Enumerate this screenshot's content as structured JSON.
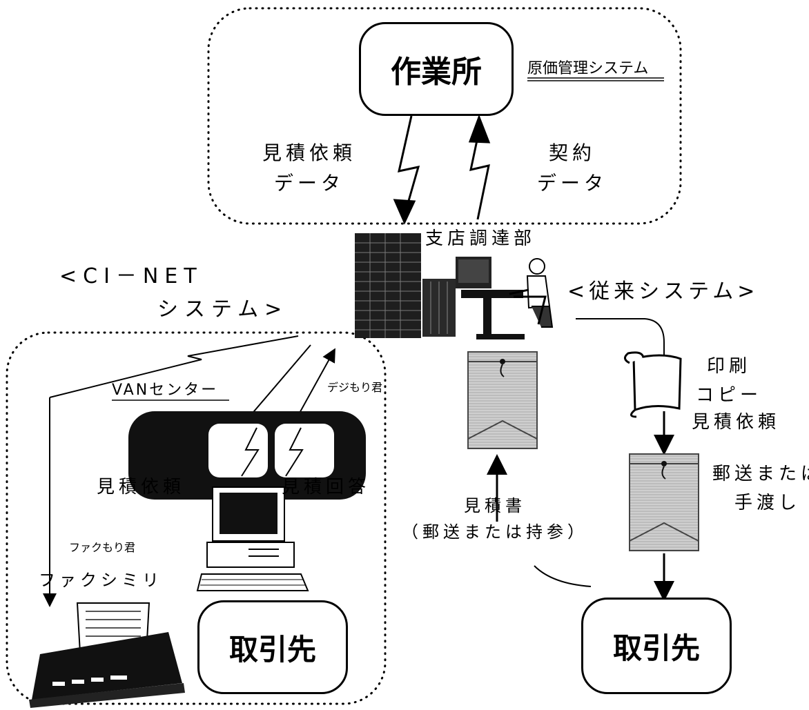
{
  "sections": {
    "ci_net_title_line1": "<CI－NET",
    "ci_net_title_line2": "システム>",
    "legacy_title": "<従来システム>"
  },
  "nodes": {
    "worksite": "作業所",
    "cost_system": "原価管理システム",
    "branch": "支店調達部",
    "van_center": "VANセンター",
    "partner_left": "取引先",
    "partner_right": "取引先",
    "fax_label": "ファクシミリ"
  },
  "flows": {
    "estimate_request_data_1": "見積依頼",
    "estimate_request_data_2": "データ",
    "contract_data_1": "契約",
    "contract_data_2": "データ",
    "deji_mori": "デジもり君",
    "fax_mori": "ファクもり君",
    "ci_request": "見積依頼",
    "ci_answer": "見積回答",
    "print_copy_1": "印刷",
    "print_copy_2": "コピー",
    "legacy_request": "見積依頼",
    "mail_or_hand_1": "郵送または",
    "mail_or_hand_2": "手渡し",
    "quotation_1": "見積書",
    "quotation_2": "（郵送または持参）"
  },
  "colors": {
    "ink": "#000000",
    "envelope": "#c8c8c8",
    "envelope_line": "#9a9a9a",
    "building": "#1e1e1e"
  }
}
